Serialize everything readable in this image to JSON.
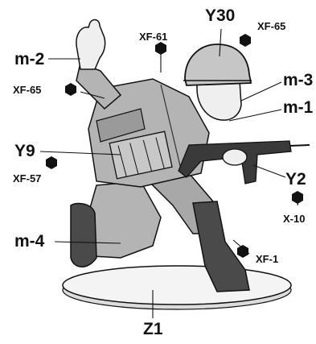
{
  "labels": {
    "y30": "Y30",
    "xf61": "XF-61",
    "xf65_top": "XF-65",
    "m2": "m-2",
    "m3": "m-3",
    "m1": "m-1",
    "xf65_left": "XF-65",
    "y9": "Y9",
    "xf57": "XF-57",
    "y2": "Y2",
    "x10": "X-10",
    "m4": "m-4",
    "xf1": "XF-1",
    "z1": "Z1"
  },
  "colors": {
    "ink": "#111111",
    "uniform": "#b4b4b4",
    "uniform_dark": "#8e8e8e",
    "skin": "#efefef",
    "boots": "#4a4a4a",
    "helmet": "#c6c6c6",
    "base": "#f4f4f4",
    "gun": "#3a3a3a"
  },
  "icons": [
    "paint-hex-icon"
  ]
}
